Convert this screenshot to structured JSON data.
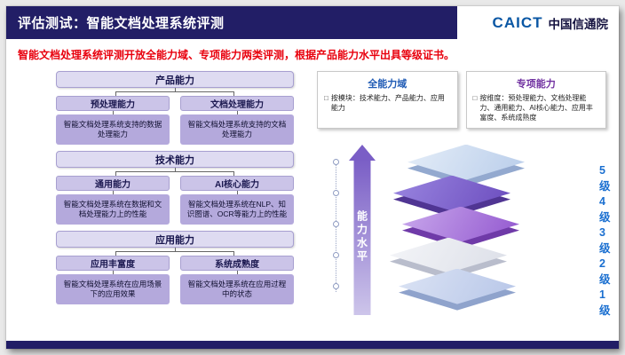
{
  "colors": {
    "header_navy": "#221e66",
    "accent_red": "#e8000d",
    "logo_blue": "#0a57a4",
    "panel_blue": "#1f5bb5",
    "panel_purple": "#7030a0",
    "level_label_blue": "#1a6fd0",
    "flow_header_bg": "#dedbf1",
    "flow_node_bg": "#cbc4e8",
    "flow_desc_bg": "#b4a9dc"
  },
  "header": {
    "title": "评估测试：智能文档处理系统评测",
    "logo_en": "CAICT",
    "logo_cn": "中国信通院"
  },
  "subtitle": "智能文档处理系统评测开放全能力域、专项能力两类评测，根据产品能力水平出具等级证书。",
  "flowchart": {
    "sections": [
      {
        "header": "产品能力",
        "children": [
          {
            "label": "预处理能力",
            "desc": "智能文档处理系统支持的数据处理能力"
          },
          {
            "label": "文档处理能力",
            "desc": "智能文档处理系统支持的文档处理能力"
          }
        ]
      },
      {
        "header": "技术能力",
        "children": [
          {
            "label": "通用能力",
            "desc": "智能文档处理系统在数据和文档处理能力上的性能"
          },
          {
            "label": "AI核心能力",
            "desc": "智能文档处理系统在NLP、知识图谱、OCR等能力上的性能"
          }
        ]
      },
      {
        "header": "应用能力",
        "children": [
          {
            "label": "应用丰富度",
            "desc": "智能文档处理系统在应用场景下的应用效果"
          },
          {
            "label": "系统成熟度",
            "desc": "智能文档处理系统在应用过程中的状态"
          }
        ]
      }
    ]
  },
  "panels": [
    {
      "title": "全能力域",
      "bullet": "□",
      "text": "按模块：技术能力、产品能力、应用能力"
    },
    {
      "title": "专项能力",
      "bullet": "□",
      "text": "按维度：预处理能力、文档处理能力、通用能力、AI核心能力、应用丰富度、系统成熟度"
    }
  ],
  "levels_chart": {
    "axis_label": "能力水平",
    "levels": [
      "5级",
      "4级",
      "3级",
      "2级",
      "1级"
    ]
  }
}
